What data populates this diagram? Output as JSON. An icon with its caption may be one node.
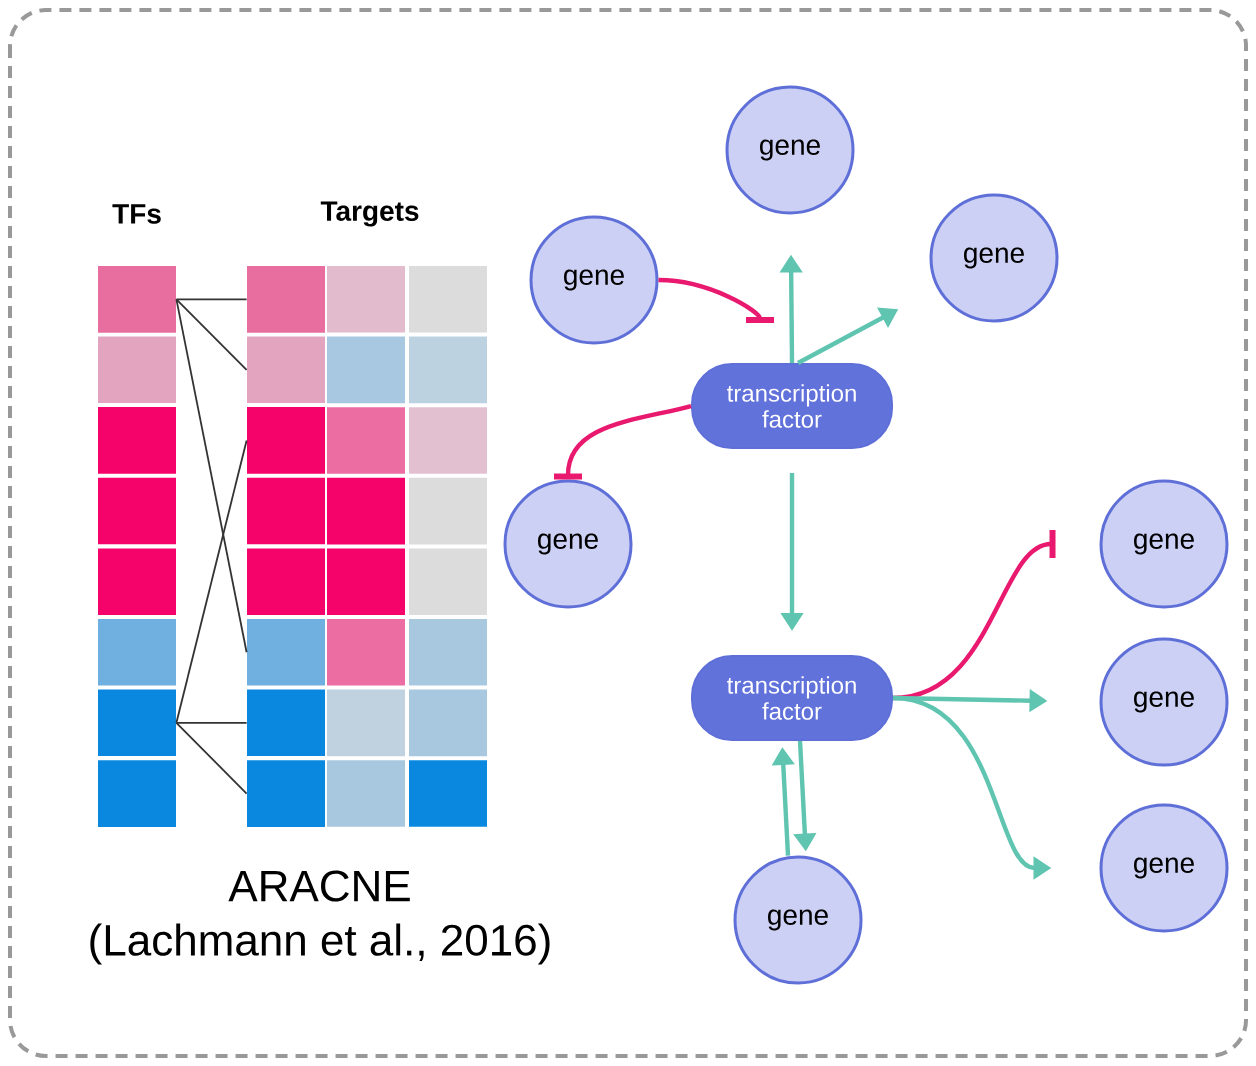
{
  "diagram": {
    "nodes": [
      {
        "text": [],
        "shape": "box"
      },
      {
        "text": [],
        "shape": "box"
      },
      {
        "text": [],
        "shape": "box"
      },
      {
        "text": [],
        "shape": "box"
      },
      {
        "text": [],
        "shape": "box"
      },
      {
        "text": [],
        "shape": "box"
      },
      {
        "text": [],
        "shape": "box"
      },
      {
        "text": [],
        "shape": "box"
      },
      {
        "text": [],
        "shape": "box"
      },
      {
        "text": [],
        "shape": "box"
      },
      {
        "text": [],
        "shape": "box"
      },
      {
        "text": [],
        "shape": "box"
      },
      {
        "text": [],
        "shape": "box"
      },
      {
        "text": [],
        "shape": "box"
      },
      {
        "text": [],
        "shape": "box"
      },
      {
        "text": [],
        "shape": "box"
      },
      {
        "text": [
          "gene"
        ]
      },
      {
        "text": [
          "gene"
        ]
      },
      {
        "text": [
          "gene"
        ]
      },
      {
        "text": [
          "transcription factor"
        ]
      },
      {
        "text": [
          "gene"
        ]
      },
      {
        "text": [
          "gene"
        ]
      },
      {
        "text": [
          "transcription factor"
        ]
      },
      {
        "text": [
          "gene"
        ]
      },
      {
        "text": [
          "gene"
        ]
      },
      {
        "text": [
          "gene"
        ]
      }
    ],
    "edges": [
      {
        "from": 0,
        "to": 8,
        "arrow": "none",
        "color": "#333333"
      },
      {
        "from": 0,
        "to": 9,
        "arrow": "none",
        "color": "#333333"
      },
      {
        "from": 0,
        "to": 13,
        "arrow": "none",
        "color": "#333333"
      },
      {
        "from": 6,
        "to": 10,
        "arrow": "none",
        "color": "#333333"
      },
      {
        "from": 6,
        "to": 14,
        "arrow": "none",
        "color": "#333333"
      },
      {
        "from": 6,
        "to": 15,
        "arrow": "none",
        "color": "#333333"
      },
      {
        "from": 17,
        "to": 19,
        "arrow": "other",
        "color": "#e8196e"
      },
      {
        "from": 19,
        "to": 16,
        "arrow": "to"
      },
      {
        "from": 19,
        "to": 18,
        "arrow": "to"
      },
      {
        "from": 19,
        "to": 20,
        "arrow": "other",
        "color": "#e8196e"
      },
      {
        "from": 19,
        "to": 22,
        "arrow": "to"
      },
      {
        "from": 22,
        "to": 21,
        "arrow": "other",
        "color": "#e8196e"
      },
      {
        "from": 22,
        "to": 23,
        "arrow": "to"
      },
      {
        "from": 22,
        "to": 24,
        "arrow": "to"
      },
      {
        "from": 22,
        "to": 25,
        "arrow": "to"
      },
      {
        "from": 25,
        "to": 22,
        "arrow": "to"
      }
    ],
    "labels": [
      "TFs",
      "Targets",
      "ARACNE",
      "(Lachmann et al., 2016)"
    ]
  }
}
